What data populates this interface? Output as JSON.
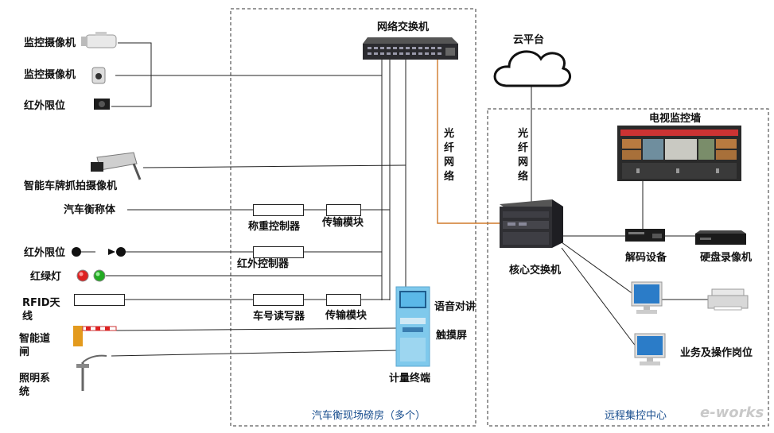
{
  "zones": {
    "site": "汽车衡现场磅房（多个）",
    "center": "远程集控中心"
  },
  "devices": {
    "network_switch": "网络交换机",
    "cloud": "云平台",
    "fiber_left": "光纤网络",
    "fiber_right": "光纤网络",
    "tv_wall": "电视监控墙",
    "core_switch": "核心交换机",
    "decoder": "解码设备",
    "nvr": "硬盘录像机",
    "workstation": "业务及操作岗位",
    "camera1": "监控摄像机",
    "camera2": "监控摄像机",
    "ir_limit1": "红外限位",
    "plate_camera": "智能车牌抓拍摄像机",
    "scale_body": "汽车衡称体",
    "weigh_controller": "称重控制器",
    "trans_module1": "传输模块",
    "ir_limit2": "红外限位",
    "ir_controller": "红外控制器",
    "traffic_light": "红绿灯",
    "rfid": "RFID天线",
    "card_reader": "车号读写器",
    "trans_module2": "传输模块",
    "barrier": "智能道闸",
    "lighting": "照明系统",
    "intercom": "语音对讲",
    "touchscreen": "触摸屏",
    "terminal": "计量终端"
  },
  "watermark": "e-works",
  "colors": {
    "fiber": "#d07a2a",
    "line": "#222222",
    "zone_border": "#333333",
    "zone_label": "#1a4f8f"
  }
}
